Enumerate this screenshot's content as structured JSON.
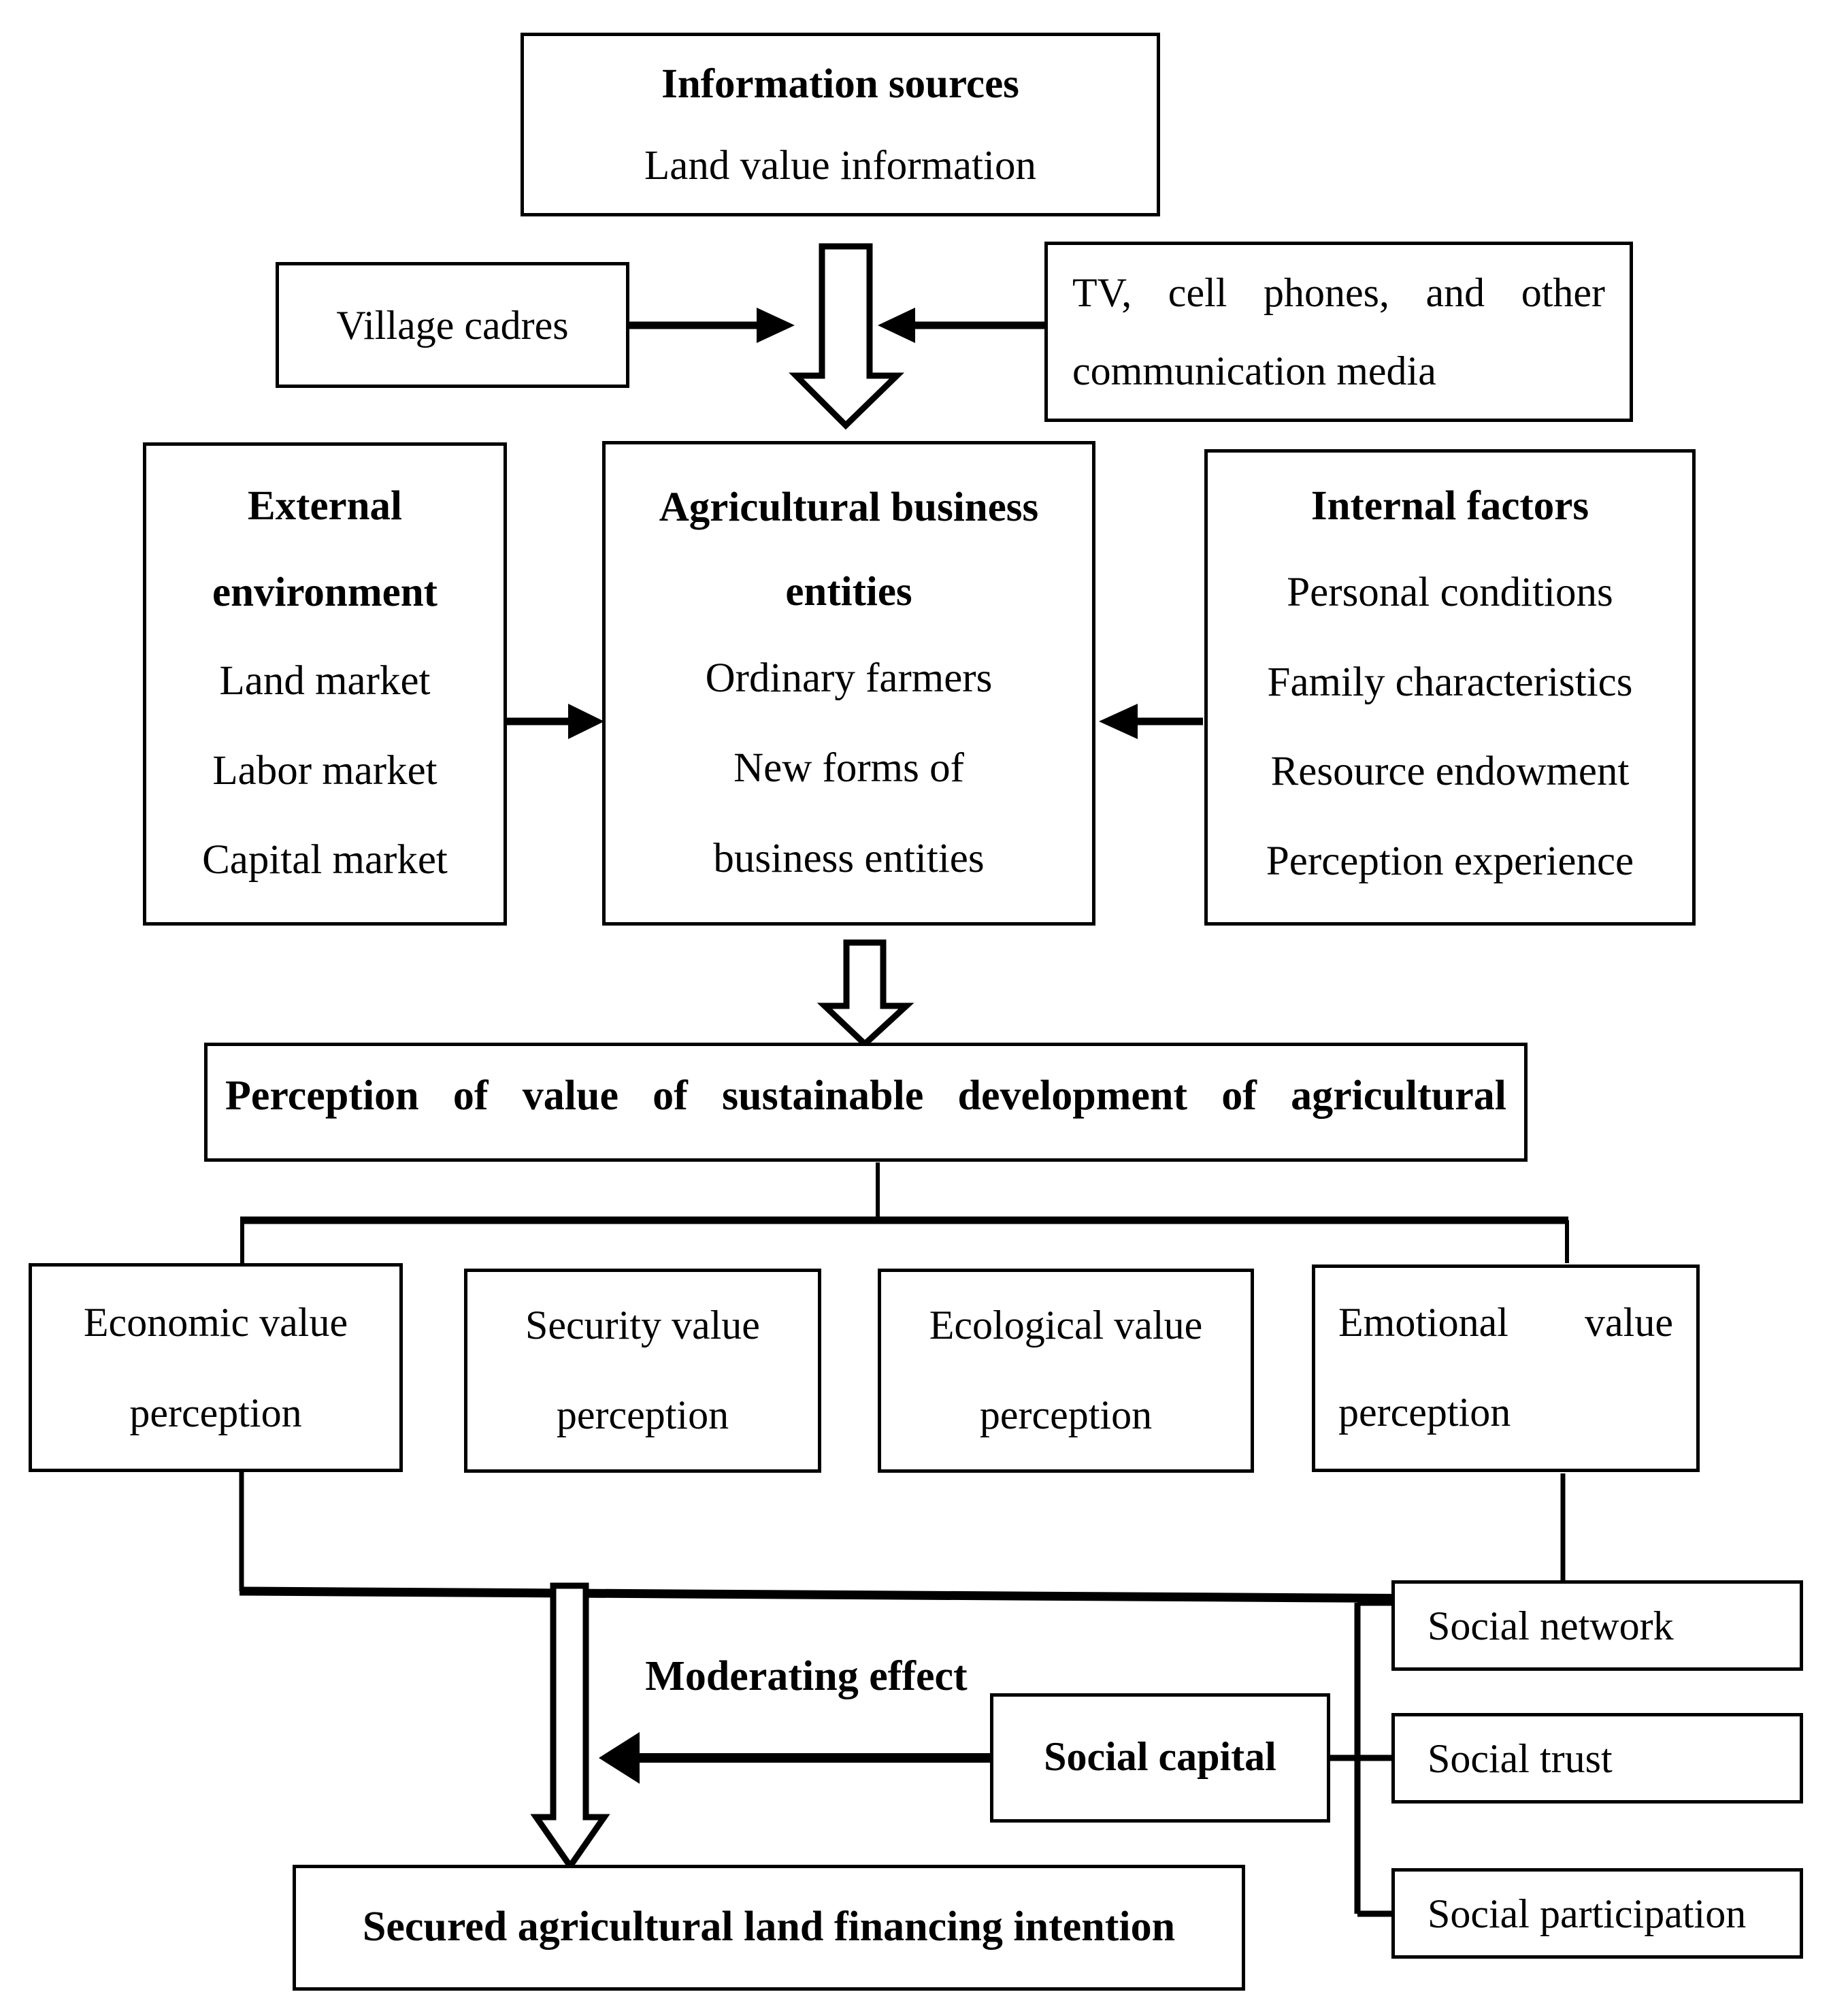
{
  "diagram": {
    "title_semantics": "conceptual framework of secured agricultural land financing intention",
    "nodes": {
      "information_sources": {
        "heading": "Information sources",
        "line2": "Land value information"
      },
      "village_cadres": {
        "label": "Village cadres"
      },
      "media": {
        "line1": "TV, cell phones, and other",
        "line2": "communication media"
      },
      "external_environment": {
        "heading1": "External",
        "heading2": "environment",
        "items": [
          "Land market",
          "Labor market",
          "Capital market"
        ]
      },
      "agricultural_business_entities": {
        "heading1": "Agricultural business",
        "heading2": "entities",
        "items": [
          "Ordinary farmers",
          "New forms of",
          "business entities"
        ]
      },
      "internal_factors": {
        "heading": "Internal factors",
        "items": [
          "Personal conditions",
          "Family characteristics",
          "Resource endowment",
          "Perception experience"
        ]
      },
      "perception_of_value": {
        "label": "Perception of value of sustainable development of agricultural"
      },
      "value_dimensions": [
        {
          "line1": "Economic value",
          "line2": "perception"
        },
        {
          "line1": "Security value",
          "line2": "perception"
        },
        {
          "line1": "Ecological value",
          "line2": "perception"
        },
        {
          "line1": "Emotional value",
          "line2": "perception"
        }
      ],
      "moderating_effect": {
        "label": "Moderating effect"
      },
      "social_capital": {
        "label": "Social capital"
      },
      "social_capital_items": [
        {
          "label": "Social network"
        },
        {
          "label": "Social trust"
        },
        {
          "label": "Social participation"
        }
      ],
      "outcome": {
        "label": "Secured agricultural land financing intention"
      }
    },
    "colors": {
      "stroke": "#000000",
      "fill": "#ffffff"
    }
  }
}
